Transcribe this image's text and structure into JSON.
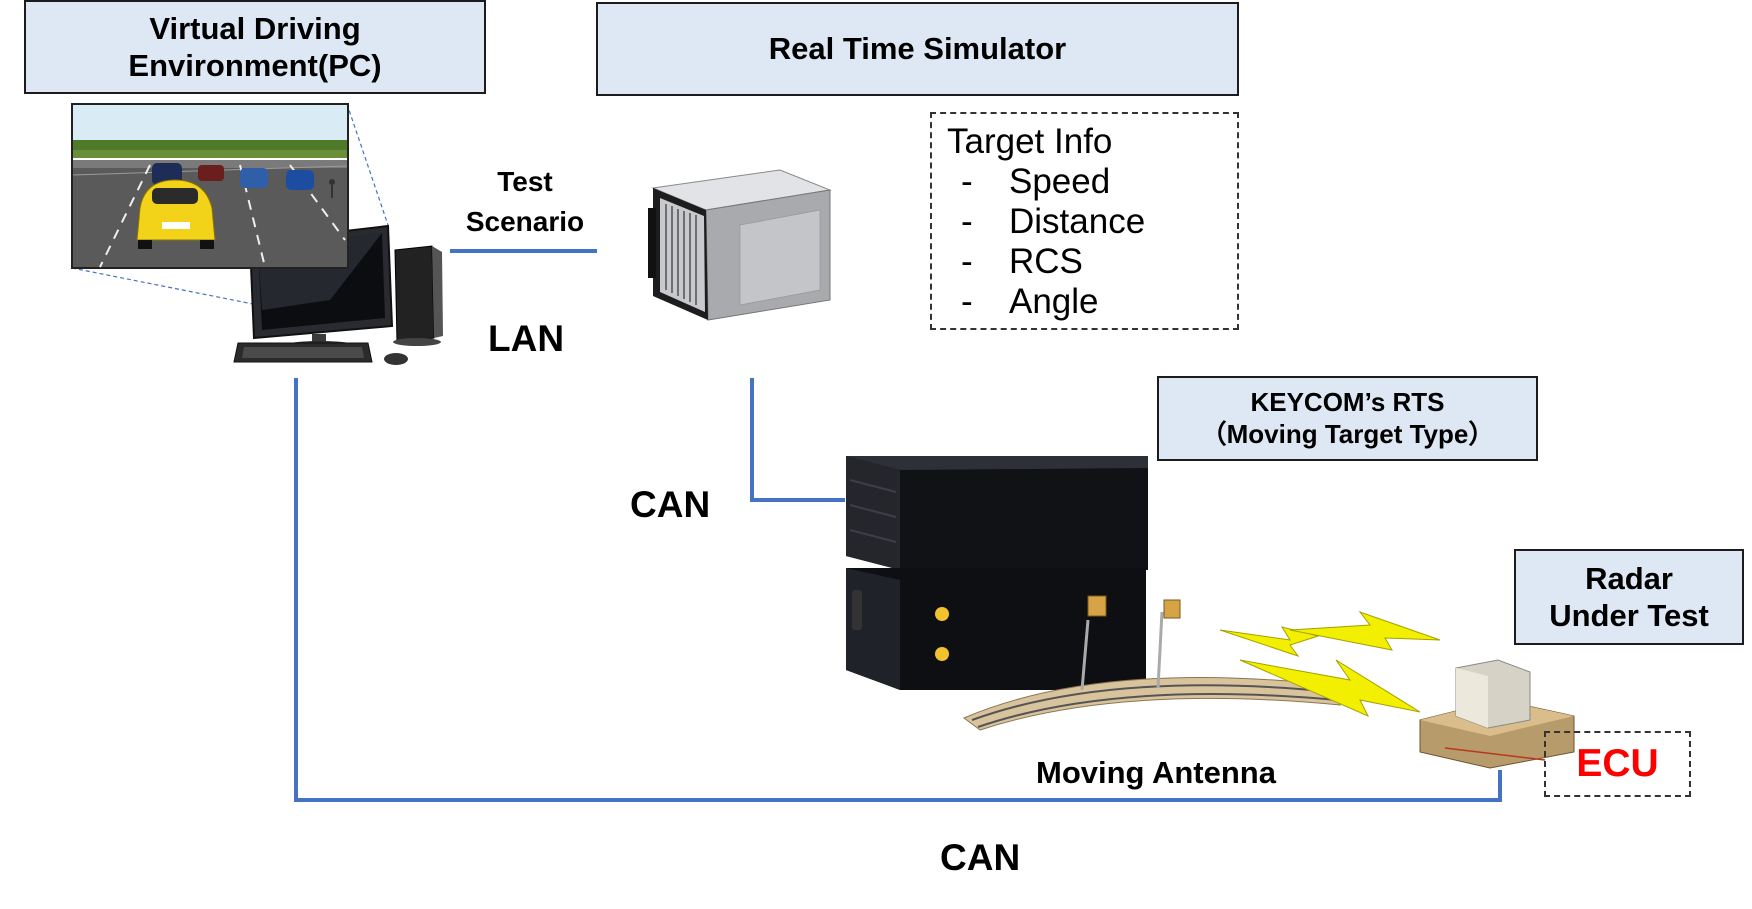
{
  "titles": {
    "pc_line1": "Virtual Driving",
    "pc_line2": "Environment(PC)",
    "rts_sim": "Real Time Simulator",
    "keycom_line1": "KEYCOM’s RTS",
    "keycom_line2": "（Moving Target Type）",
    "radar_line1": "Radar",
    "radar_line2": "Under Test"
  },
  "target_info": {
    "heading": "Target Info",
    "bullet": "-",
    "items": [
      "Speed",
      "Distance",
      "RCS",
      "Angle"
    ]
  },
  "labels": {
    "test_line1": "Test",
    "test_line2": "Scenario",
    "lan": "LAN",
    "can_top": "CAN",
    "can_bottom": "CAN",
    "moving_antenna": "Moving Antenna",
    "ecu": "ECU"
  },
  "colors": {
    "title_fill": "#dde8f4",
    "link_line": "#4472c4",
    "ecu_text": "#ff0000",
    "lightning": "#f2ef00"
  }
}
